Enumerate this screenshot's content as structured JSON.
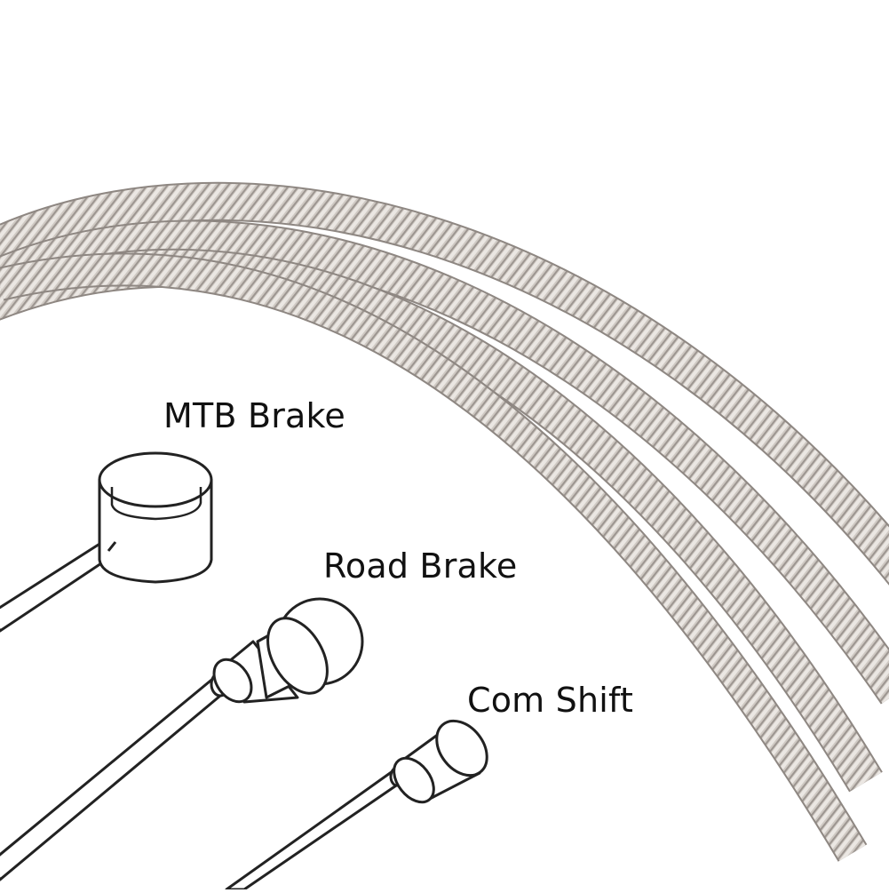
{
  "labels": {
    "mtb": "MTB Brake",
    "road": "Road Brake",
    "com": "Com Shift"
  },
  "colors": {
    "background": "#ffffff",
    "cable_base": "#c9c3bd",
    "cable_dark": "#8e8782",
    "cable_light": "#f2efec",
    "line_art": "#222222"
  },
  "icons": [
    "mtb-brake-cable-end-icon",
    "road-brake-cable-end-icon",
    "com-shift-cable-end-icon"
  ]
}
